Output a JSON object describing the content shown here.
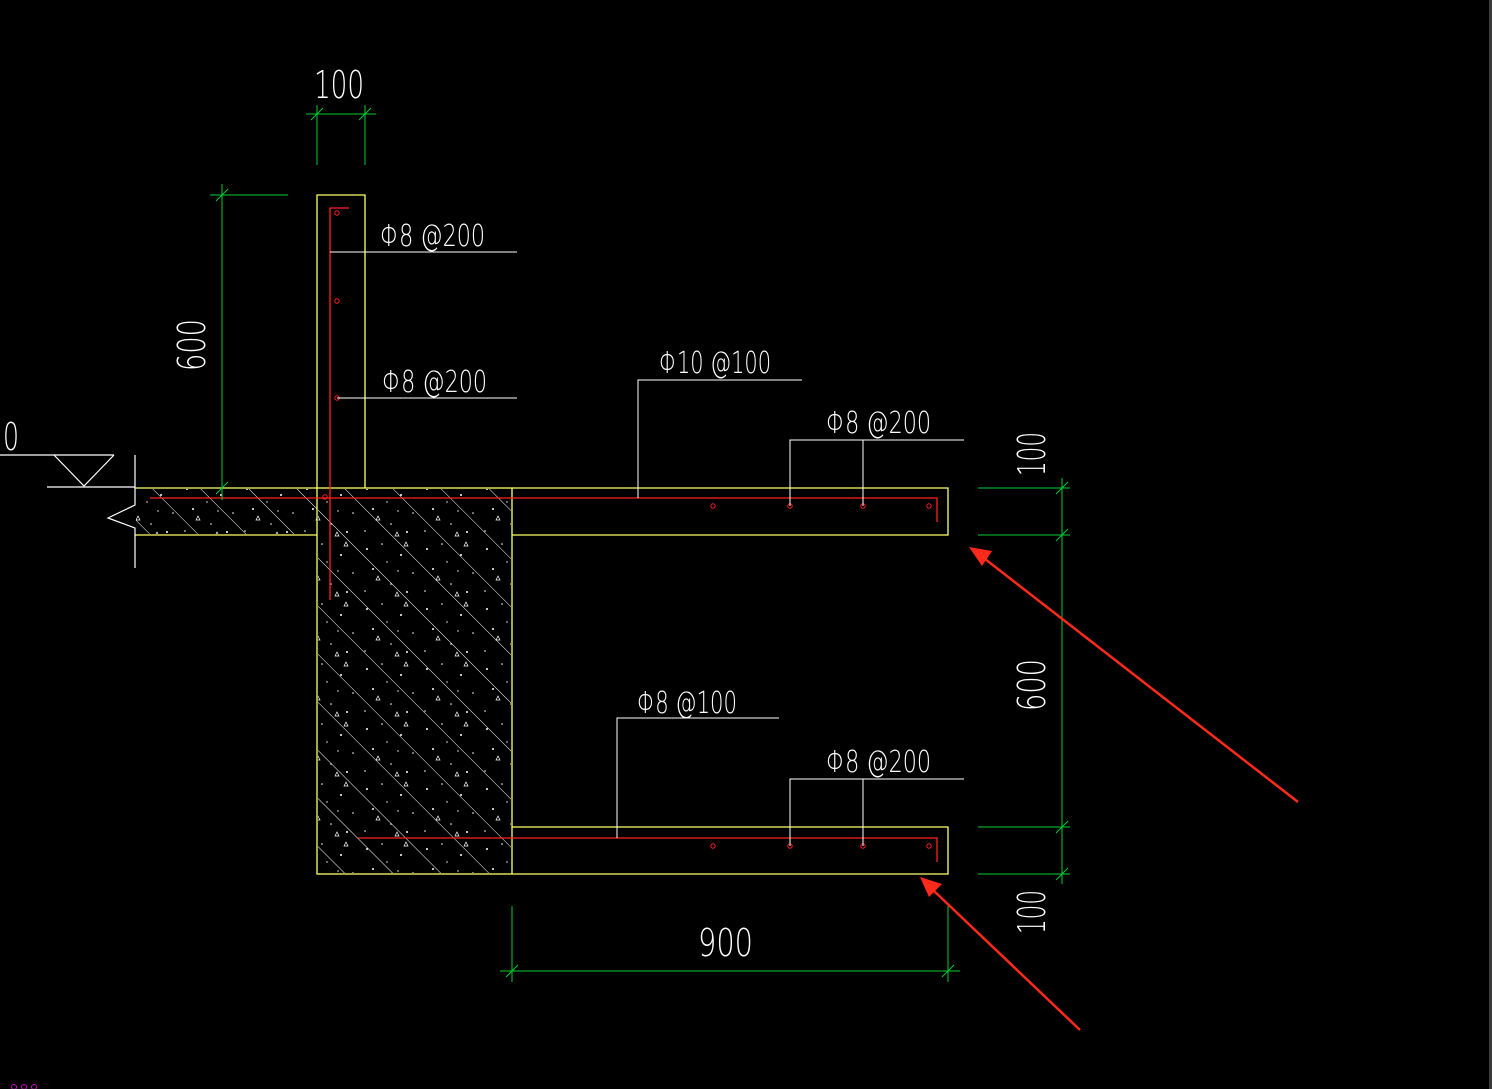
{
  "drawing": {
    "background": "#000000",
    "colors": {
      "outline": "#ffff66",
      "rebar": "#ff2020",
      "dimension": "#00cc33",
      "leader": "#ffffff",
      "hatch": "#ffffff",
      "arrow": "#ff2a1a",
      "misc": "#cc00cc"
    },
    "dimensions": {
      "wall_thickness": "100",
      "wall_height_above": "600",
      "top_slab_thickness": "100",
      "clear_height": "600",
      "bottom_slab_thickness": "100",
      "slab_span": "900",
      "level_mark": "0"
    },
    "rebar_labels": {
      "wall_outer": "Φ8 @200",
      "wall_inner": "Φ8 @200",
      "top_slab_main": "Φ10 @100",
      "top_slab_dist": "Φ8 @200",
      "bottom_slab_main": "Φ8 @100",
      "bottom_slab_dist": "Φ8 @200"
    },
    "icons": {
      "level_symbol": "level-triangle-icon",
      "break_symbol": "break-line-icon",
      "annotation_arrows": "red-arrow-icon"
    }
  }
}
